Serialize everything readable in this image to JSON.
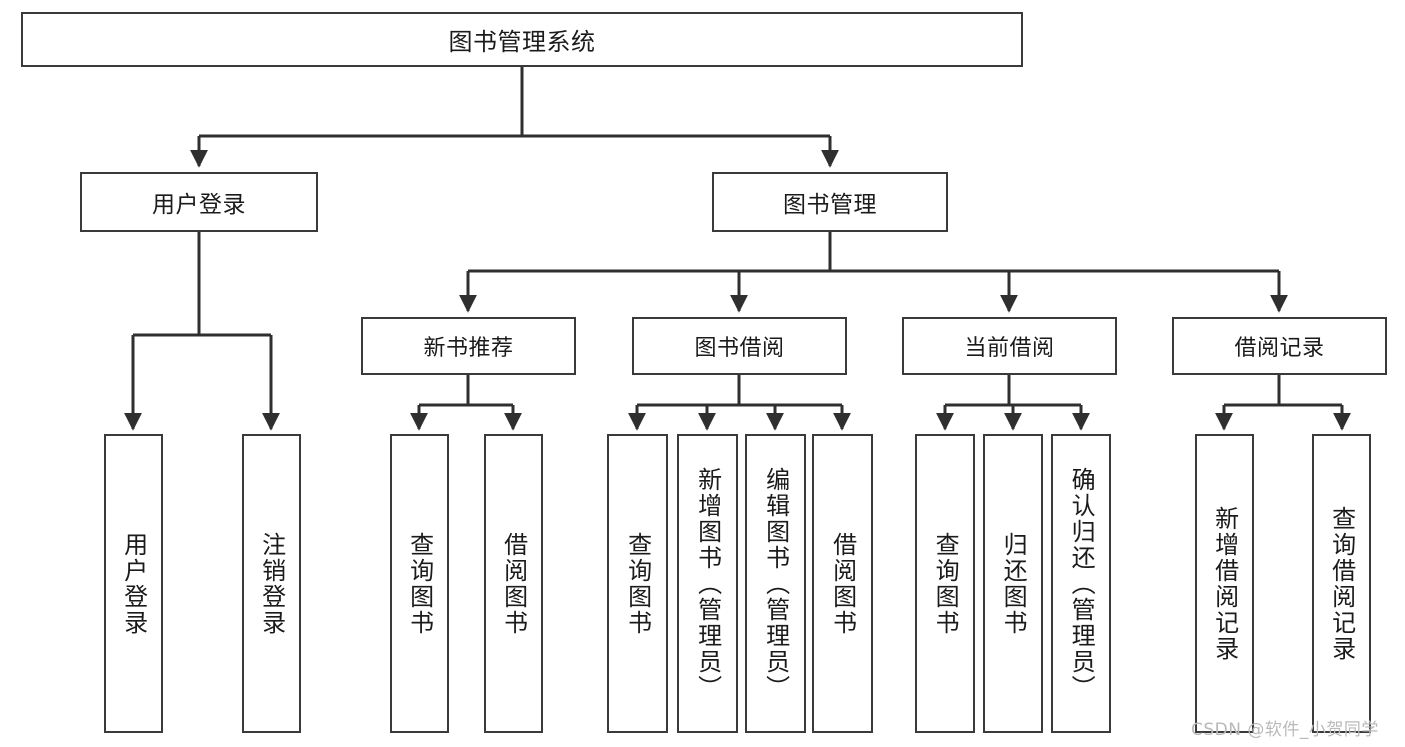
{
  "diagram": {
    "title": "图书管理系统",
    "type": "tree-hierarchy-chart",
    "colors": {
      "box_border": "#3a3a3a",
      "box_fill": "#ffffff",
      "edge": "#2f2f2f",
      "text": "#1b1b1b",
      "watermark": "#b9b9b9",
      "background": "#ffffff"
    },
    "root": {
      "label": "图书管理系统"
    },
    "level2": [
      {
        "label": "用户登录"
      },
      {
        "label": "图书管理"
      }
    ],
    "level3": [
      {
        "label": "新书推荐"
      },
      {
        "label": "图书借阅"
      },
      {
        "label": "当前借阅"
      },
      {
        "label": "借阅记录"
      }
    ],
    "leaves": {
      "user_login": [
        {
          "label": "用户登录"
        },
        {
          "label": "注销登录"
        }
      ],
      "new_book_recommend": [
        {
          "label": "查询图书"
        },
        {
          "label": "借阅图书"
        }
      ],
      "book_borrow": [
        {
          "label": "查询图书"
        },
        {
          "label": "新增图书（管理员）"
        },
        {
          "label": "编辑图书（管理员）"
        },
        {
          "label": "借阅图书"
        }
      ],
      "current_borrow": [
        {
          "label": "查询图书"
        },
        {
          "label": "归还图书"
        },
        {
          "label": "确认归还（管理员）"
        }
      ],
      "borrow_record": [
        {
          "label": "新增借阅记录"
        },
        {
          "label": "查询借阅记录"
        }
      ]
    }
  },
  "watermark": {
    "text": "CSDN @软件_小贺同学"
  }
}
